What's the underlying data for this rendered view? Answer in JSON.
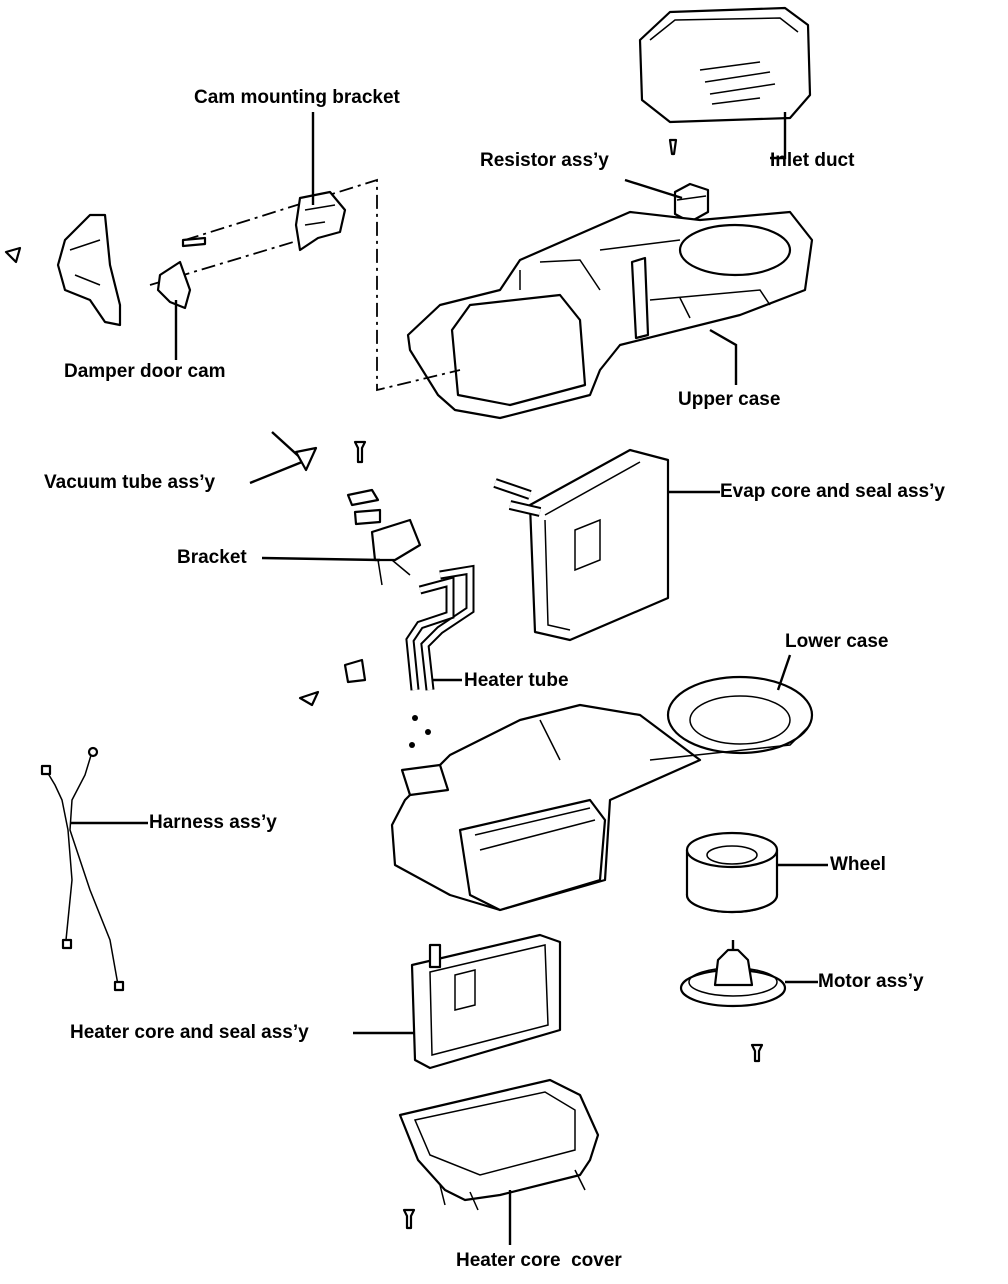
{
  "diagram": {
    "labels": {
      "cam_mounting_bracket": "Cam mounting bracket",
      "resistor_assy": "Resistor ass’y",
      "inlet_duct": "Inlet duct",
      "damper_door_cam": "Damper door cam",
      "upper_case": "Upper case",
      "vacuum_tube_assy": "Vacuum tube ass’y",
      "evap_core": "Evap core and seal ass’y",
      "bracket": "Bracket",
      "lower_case": "Lower case",
      "heater_tube": "Heater tube",
      "harness_assy": "Harness ass’y",
      "wheel": "Wheel",
      "motor_assy": "Motor ass’y",
      "heater_core": "Heater core and seal ass’y",
      "heater_core_cover": "Heater core  cover"
    }
  }
}
